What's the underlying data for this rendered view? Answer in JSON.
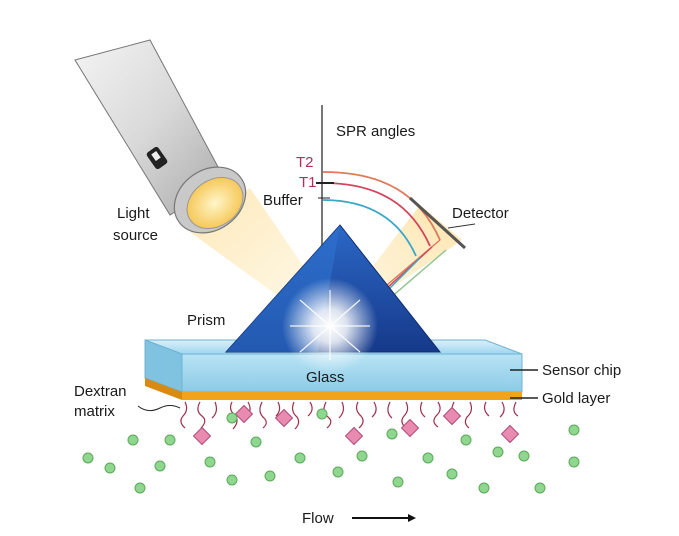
{
  "labels": {
    "spr_angles": "SPR angles",
    "t2": "T2",
    "t1": "T1",
    "buffer": "Buffer",
    "detector": "Detector",
    "light": "Light",
    "source": "source",
    "prism": "Prism",
    "glass": "Glass",
    "sensor_chip": "Sensor chip",
    "gold_layer": "Gold layer",
    "dextran": "Dextran",
    "matrix": "matrix",
    "flow": "Flow"
  },
  "colors": {
    "prism": "#1e4fa8",
    "glass": "#a9dcf1",
    "gold": "#f2a31c",
    "beam": "#fde6b0",
    "dextran": "#a0304a",
    "analyte": "#8fd68f",
    "ligand": "#e98bb0",
    "t2_curve": "#e0785a",
    "t1_curve": "#d2455a",
    "buffer_curve": "#3aa7c9"
  }
}
